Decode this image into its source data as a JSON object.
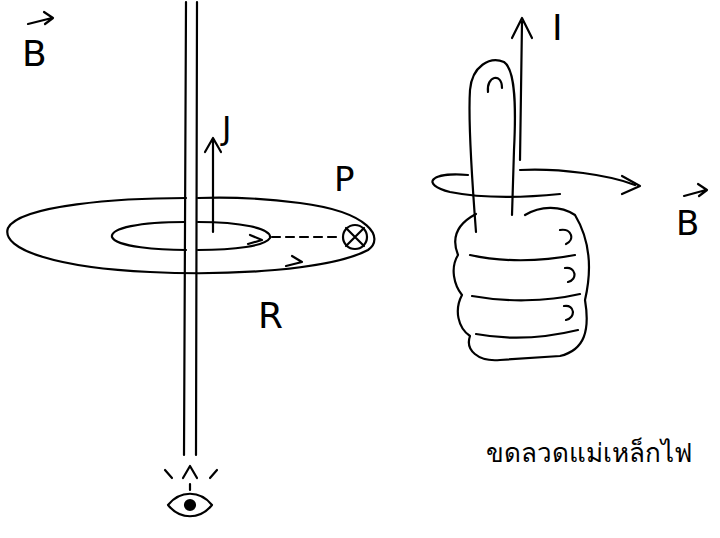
{
  "diagram": {
    "labels": [
      "B",
      "J",
      "P",
      "R",
      "I",
      "B",
      "ขดลวดแม่เหล็กไฟ"
    ]
  }
}
